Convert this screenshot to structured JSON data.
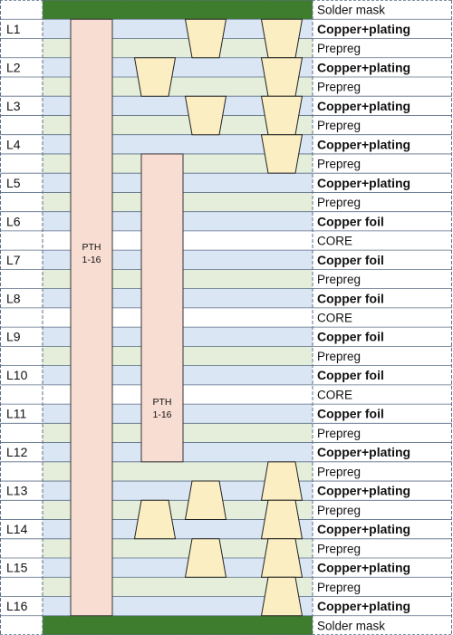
{
  "rows": [
    {
      "label": "Solder mask",
      "type": "solder",
      "layer": ""
    },
    {
      "label": "Copper+plating",
      "type": "copper",
      "layer": "L1"
    },
    {
      "label": "Prepreg",
      "type": "dielectric",
      "layer": ""
    },
    {
      "label": "Copper+plating",
      "type": "copper",
      "layer": "L2"
    },
    {
      "label": "Prepreg",
      "type": "dielectric",
      "layer": ""
    },
    {
      "label": "Copper+plating",
      "type": "copper",
      "layer": "L3"
    },
    {
      "label": "Prepreg",
      "type": "dielectric",
      "layer": ""
    },
    {
      "label": "Copper+plating",
      "type": "copper",
      "layer": "L4"
    },
    {
      "label": "Prepreg",
      "type": "dielectric",
      "layer": ""
    },
    {
      "label": "Copper+plating",
      "type": "copper",
      "layer": "L5"
    },
    {
      "label": "Prepreg",
      "type": "dielectric",
      "layer": ""
    },
    {
      "label": "Copper foil",
      "type": "copper",
      "layer": "L6"
    },
    {
      "label": "CORE",
      "type": "dielectric",
      "layer": ""
    },
    {
      "label": "Copper foil",
      "type": "copper",
      "layer": "L7"
    },
    {
      "label": "Prepreg",
      "type": "dielectric",
      "layer": ""
    },
    {
      "label": "Copper foil",
      "type": "copper",
      "layer": "L8"
    },
    {
      "label": "CORE",
      "type": "dielectric",
      "layer": ""
    },
    {
      "label": "Copper foil",
      "type": "copper",
      "layer": "L9"
    },
    {
      "label": "Prepreg",
      "type": "dielectric",
      "layer": ""
    },
    {
      "label": "Copper foil",
      "type": "copper",
      "layer": "L10"
    },
    {
      "label": "CORE",
      "type": "dielectric",
      "layer": ""
    },
    {
      "label": "Copper foil",
      "type": "copper",
      "layer": "L11"
    },
    {
      "label": "Prepreg",
      "type": "dielectric",
      "layer": ""
    },
    {
      "label": "Copper+plating",
      "type": "copper",
      "layer": "L12"
    },
    {
      "label": "Prepreg",
      "type": "dielectric",
      "layer": ""
    },
    {
      "label": "Copper+plating",
      "type": "copper",
      "layer": "L13"
    },
    {
      "label": "Prepreg",
      "type": "dielectric",
      "layer": ""
    },
    {
      "label": "Copper+plating",
      "type": "copper",
      "layer": "L14"
    },
    {
      "label": "Prepreg",
      "type": "dielectric",
      "layer": ""
    },
    {
      "label": "Copper+plating",
      "type": "copper",
      "layer": "L15"
    },
    {
      "label": "Prepreg",
      "type": "dielectric",
      "layer": ""
    },
    {
      "label": "Copper+plating",
      "type": "copper",
      "layer": "L16"
    },
    {
      "label": "Solder mask",
      "type": "solder",
      "layer": ""
    }
  ],
  "pth": [
    {
      "label": "PTH\n1-16",
      "from_row": 1,
      "to_row": 31
    },
    {
      "label": "PTH\n1-16",
      "from_row": 8,
      "to_row": 23
    }
  ],
  "vias": [
    {
      "from_row": 1,
      "to_row": 2,
      "column": "c",
      "flip": false
    },
    {
      "from_row": 1,
      "to_row": 2,
      "column": "d",
      "flip": false
    },
    {
      "from_row": 3,
      "to_row": 4,
      "column": "b",
      "flip": false
    },
    {
      "from_row": 3,
      "to_row": 4,
      "column": "d",
      "flip": false
    },
    {
      "from_row": 5,
      "to_row": 6,
      "column": "c",
      "flip": false
    },
    {
      "from_row": 5,
      "to_row": 6,
      "column": "d",
      "flip": false
    },
    {
      "from_row": 7,
      "to_row": 8,
      "column": "d",
      "flip": false
    },
    {
      "from_row": 24,
      "to_row": 25,
      "column": "d",
      "flip": true
    },
    {
      "from_row": 25,
      "to_row": 26,
      "column": "c",
      "flip": true
    },
    {
      "from_row": 26,
      "to_row": 27,
      "column": "b",
      "flip": true
    },
    {
      "from_row": 26,
      "to_row": 27,
      "column": "d",
      "flip": true
    },
    {
      "from_row": 28,
      "to_row": 29,
      "column": "c",
      "flip": true
    },
    {
      "from_row": 28,
      "to_row": 29,
      "column": "d",
      "flip": true
    },
    {
      "from_row": 30,
      "to_row": 31,
      "column": "d",
      "flip": true
    }
  ],
  "colors": {
    "solder": "#3f7d2e",
    "copper_band": "#dbe6f4",
    "prepreg_band": "#e4eedb",
    "core_band": "#ffffff",
    "pth_fill": "#f8ddd3",
    "via_fill": "#fbeec3",
    "grid_line": "#5b6f87"
  }
}
